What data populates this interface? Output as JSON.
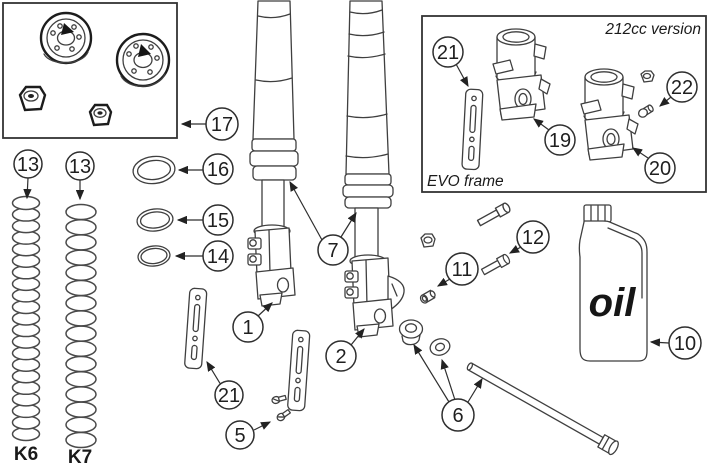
{
  "callouts": {
    "c1": "1",
    "c2": "2",
    "c5": "5",
    "c6": "6",
    "c7": "7",
    "c10": "10",
    "c11": "11",
    "c12": "12",
    "c13_left": "13",
    "c13_right": "13",
    "c14": "14",
    "c15": "15",
    "c16": "16",
    "c17": "17",
    "c19": "19",
    "c20": "20",
    "c21_mid": "21",
    "c21_box": "21",
    "c22": "22"
  },
  "labels": {
    "spring_left": "K6",
    "spring_right": "K7",
    "evo_version": "212cc version",
    "evo_frame": "EVO frame",
    "oil_bottle": "oil"
  },
  "colors": {
    "line": "#3f3f3f",
    "outline": "#1c1c1c",
    "text": "#1f1f1f",
    "background": "#ffffff"
  }
}
